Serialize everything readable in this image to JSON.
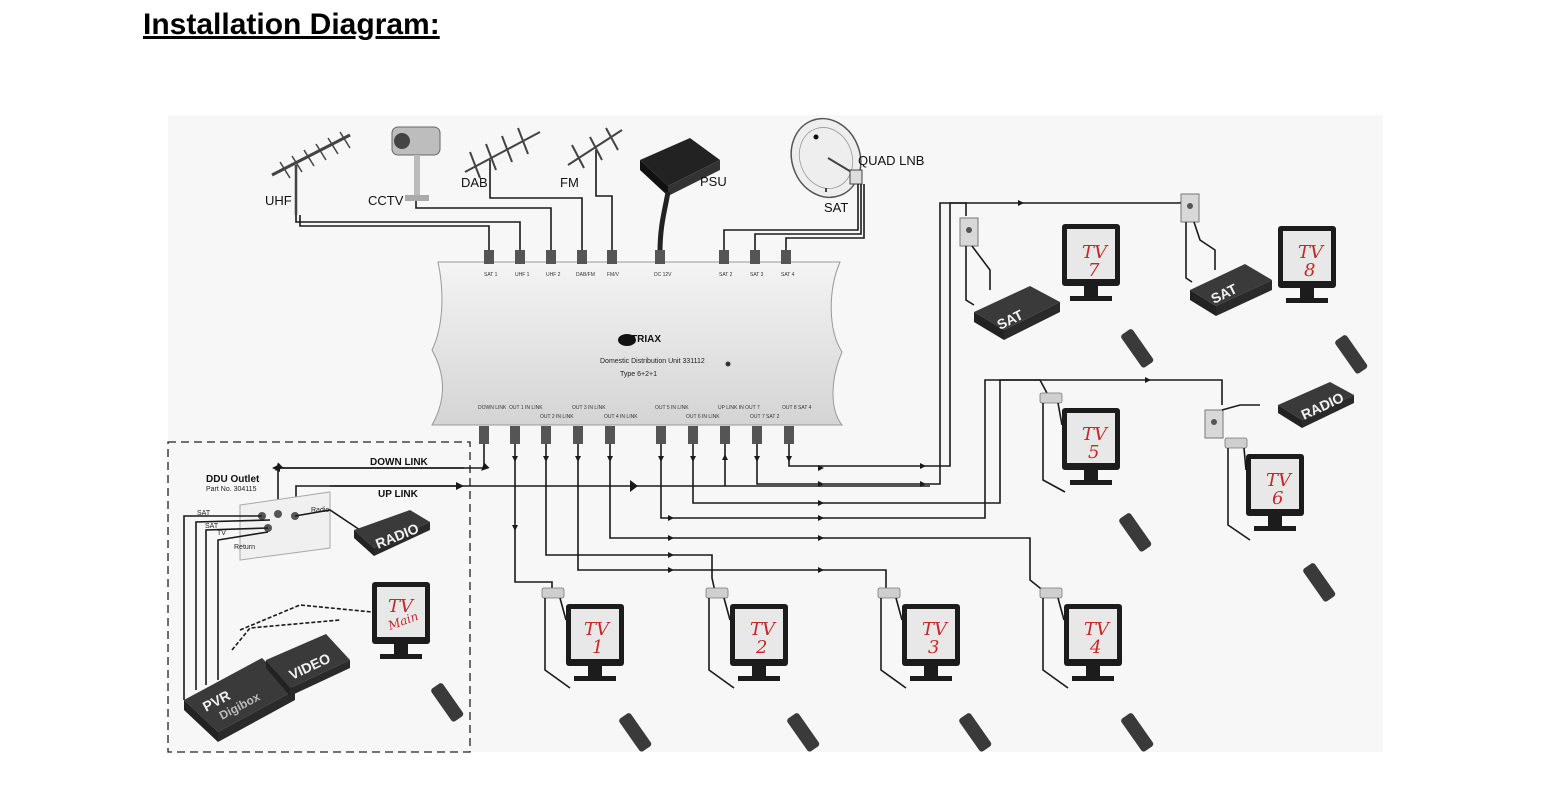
{
  "page": {
    "title": "Installation Diagram:"
  },
  "antennas": {
    "uhf": "UHF",
    "cctv": "CCTV",
    "dab": "DAB",
    "fm": "FM",
    "psu": "PSU",
    "sat": "SAT",
    "quad_lnb": "QUAD LNB"
  },
  "unit": {
    "brand": "TRIAX",
    "name": "Domestic Distribution Unit 331112",
    "type": "Type 6+2+1",
    "top_ports": [
      "SAT 1",
      "UHF 1",
      "UHF 2",
      "DAB/FM",
      "FM/V",
      "DC 12V",
      "SAT 2",
      "SAT 3",
      "SAT 4"
    ],
    "bottom_ports": [
      "DOWN LINK",
      "OUT 1 IN LINK",
      "OUT 2 IN LINK",
      "OUT 3 IN LINK",
      "OUT 4 IN LINK",
      "OUT 5 IN LINK",
      "OUT 6 IN LINK",
      "UP LINK IN OUT 7",
      "OUT 7 SAT 2",
      "OUT 8 SAT 4"
    ]
  },
  "links": {
    "down": "DOWN LINK",
    "up": "UP LINK"
  },
  "outlet": {
    "title": "DDU Outlet",
    "part": "Part No. 304115",
    "labels": [
      "SAT",
      "SAT",
      "TV",
      "Return",
      "Radio"
    ]
  },
  "devices": {
    "radio": "RADIO",
    "video": "VIDEO",
    "pvr": "PVR",
    "digibox": "Digibox",
    "sat": "SAT"
  },
  "tvs": {
    "main_tv": "TV",
    "main_sub": "Main",
    "tv": "TV",
    "numbers": [
      "1",
      "2",
      "3",
      "4",
      "5",
      "6",
      "7",
      "8"
    ]
  },
  "colors": {
    "wire": "#1a1a1a",
    "unit_body": "#e6e6e6",
    "tv_text": "#c62828",
    "device": "#3b3b3b"
  }
}
